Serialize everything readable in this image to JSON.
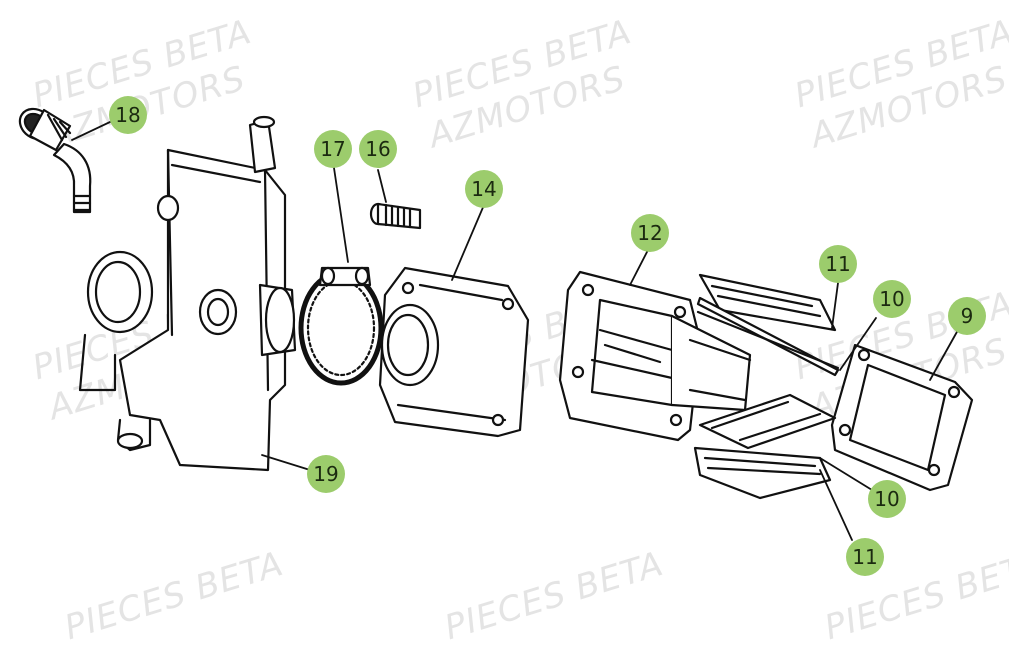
{
  "watermark": {
    "line1": "PIECES BETA",
    "line2": "AZMOTORS"
  },
  "callouts": [
    "18",
    "17",
    "16",
    "14",
    "12",
    "11",
    "10",
    "9",
    "10",
    "11",
    "19"
  ]
}
